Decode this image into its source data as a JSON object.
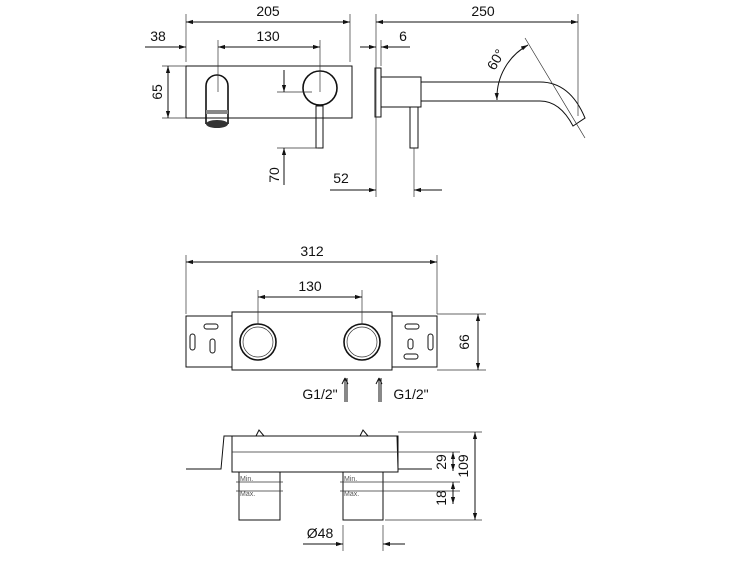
{
  "front_view": {
    "width": "205",
    "offset": "38",
    "spacing": "130",
    "height": "65",
    "lever_drop": "70"
  },
  "side_view": {
    "projection": "250",
    "plate": "6",
    "lever_offset": "52",
    "angle": "60°"
  },
  "box_top_view": {
    "total": "312",
    "spacing": "130",
    "depth": "66",
    "inlet_left": "G1/2\"",
    "inlet_right": "G1/2\""
  },
  "box_side_view": {
    "top": "29",
    "total": "109",
    "range": "18",
    "diameter": "Ø48",
    "min_label": "Min.",
    "max_label": "Max."
  },
  "colors": {
    "line": "#111111",
    "label": "#555555"
  }
}
